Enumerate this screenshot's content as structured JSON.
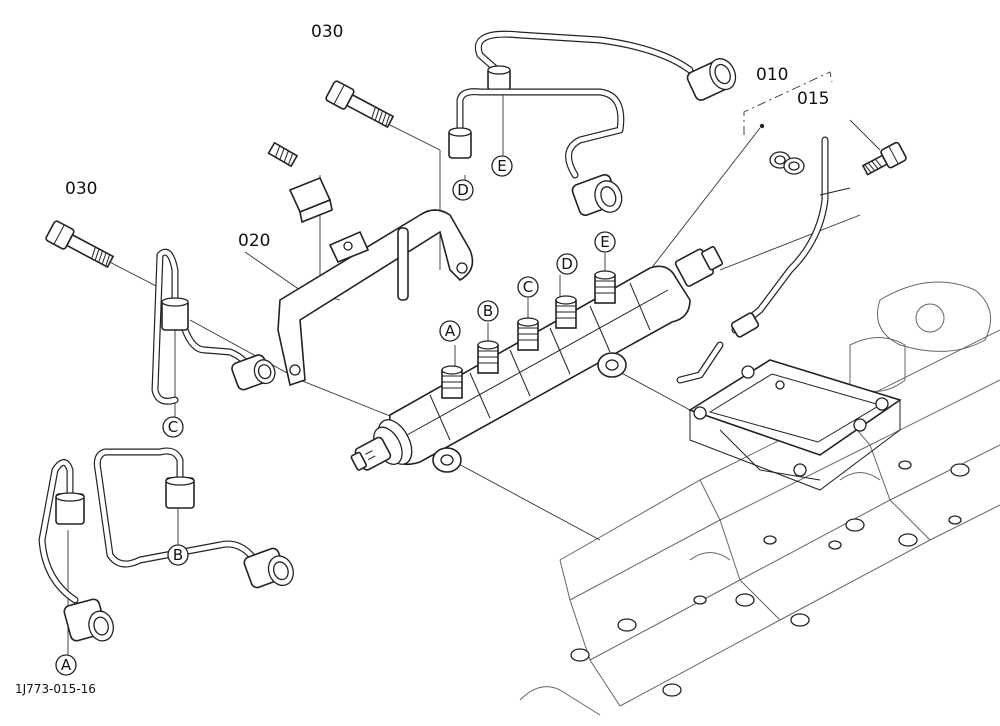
{
  "diagram": {
    "part_labels": {
      "p010": "010",
      "p015": "015",
      "p020": "020",
      "p030_top": "030",
      "p030_left": "030"
    },
    "port_markers": {
      "rail_A": "A",
      "rail_B": "B",
      "rail_C": "C",
      "rail_D": "D",
      "rail_E": "E",
      "pipe_A": "A",
      "pipe_B": "B",
      "pipe_C": "C",
      "pipe_D": "D",
      "pipe_E": "E"
    },
    "figure_code": "1J773-015-16"
  }
}
